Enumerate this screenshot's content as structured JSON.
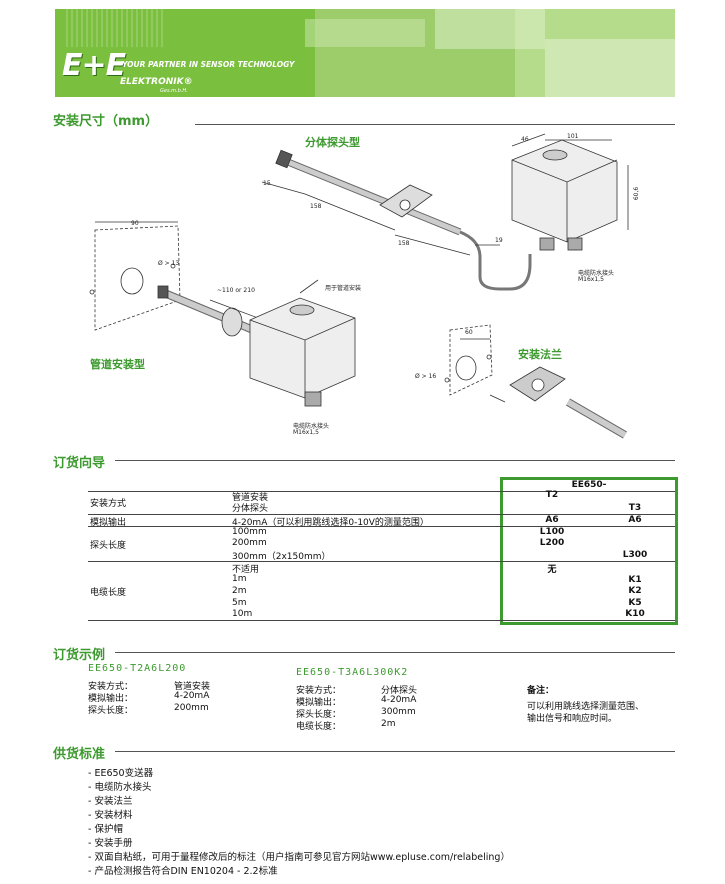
{
  "header": {
    "logo_mark": "E+E",
    "tagline": "YOUR PARTNER IN SENSOR TECHNOLOGY",
    "brand": "ELEKTRONIK®",
    "brand_suffix": "Ges.m.b.H.",
    "colors": {
      "green": "#7bbf3f",
      "light_green": "#b5dc8a",
      "dark_green": "#2e6b16"
    }
  },
  "dimensions": {
    "title": "安装尺寸（mm）",
    "split_label": "分体探头型",
    "duct_label": "管道安装型",
    "flange_label": "安装法兰",
    "annotations": {
      "d46": "46",
      "d101": "101",
      "d606": "60,6",
      "d19": "19",
      "d158a": "158",
      "d158b": "158",
      "d15": "15",
      "d90": "90",
      "d13": "Ø > 13",
      "d110": "~110 or 210",
      "duct_mount": "用于管道安装",
      "cable1": "电缆防水接头",
      "cable1b": "M16x1,5",
      "cable2": "电缆防水接头",
      "cable2b": "M16x1,5",
      "d60": "60",
      "d16": "Ø > 16"
    }
  },
  "ordering": {
    "title": "订货向导",
    "model": "EE650-",
    "rows": [
      {
        "label": "安装方式",
        "options": [
          "管道安装",
          "分体探头"
        ],
        "a": [
          "T2",
          ""
        ],
        "b": [
          "",
          "T3"
        ]
      },
      {
        "label": "模拟输出",
        "options": [
          "4-20mA（可以利用跳线选择0-10V的测量范围）"
        ],
        "a": [
          "A6"
        ],
        "b": [
          "A6"
        ]
      },
      {
        "label": "探头长度",
        "options": [
          "100mm",
          "200mm",
          "300mm（2x150mm）"
        ],
        "a": [
          "L100",
          "L200",
          ""
        ],
        "b": [
          "",
          "",
          "L300"
        ]
      },
      {
        "label": "电缆长度",
        "options": [
          "不适用",
          "1m",
          "2m",
          "5m",
          "10m"
        ],
        "a": [
          "无",
          "",
          "",
          "",
          ""
        ],
        "b": [
          "",
          "K1",
          "K2",
          "K5",
          "K10"
        ]
      }
    ]
  },
  "examples": {
    "title": "订货示例",
    "ex1": {
      "code": "EE650-T2A6L200",
      "rows": [
        [
          "安装方式：",
          "管道安装"
        ],
        [
          "模拟输出：",
          "4-20mA"
        ],
        [
          "探头长度：",
          "200mm"
        ]
      ]
    },
    "ex2": {
      "code": "EE650-T3A6L300K2",
      "rows": [
        [
          "安装方式：",
          "分体探头"
        ],
        [
          "模拟输出：",
          "4-20mA"
        ],
        [
          "探头长度：",
          "300mm"
        ],
        [
          "电缆长度：",
          "2m"
        ]
      ]
    },
    "note_title": "备注：",
    "note_lines": [
      "可以利用跳线选择测量范围、",
      "输出信号和响应时间。"
    ]
  },
  "supply": {
    "title": "供货标准",
    "items": [
      "- EE650变送器",
      "- 电缆防水接头",
      "- 安装法兰",
      "- 安装材料",
      "- 保护帽",
      "- 安装手册",
      "- 双面自粘纸，可用于量程修改后的标注（用户指南可参见官方网站www.epluse.com/relabeling）",
      "- 产品检测报告符合DIN EN10204 - 2.2标准"
    ]
  }
}
